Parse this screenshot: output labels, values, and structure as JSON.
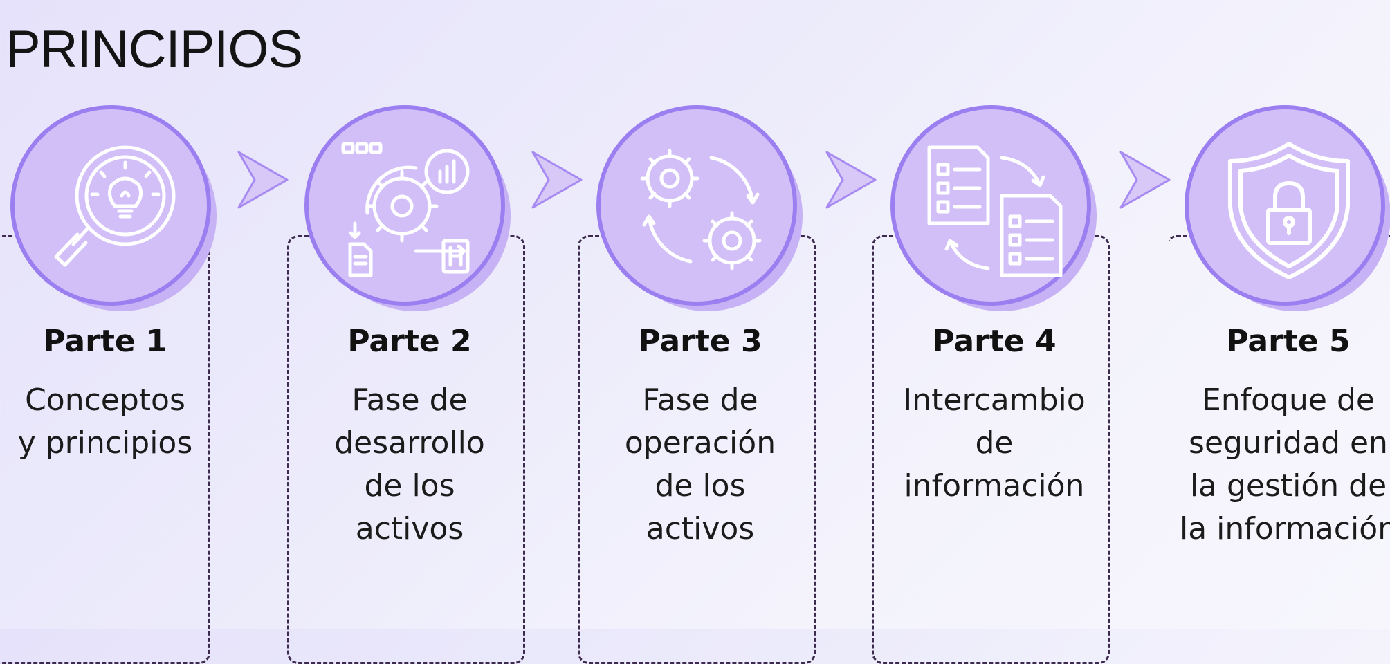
{
  "title": "PRINCIPIOS",
  "accent_color": "#9b7ff0",
  "circle_fill": "#d2bff8",
  "steps": [
    {
      "heading": "Parte 1",
      "lines": [
        "Conceptos",
        "y principios"
      ],
      "icon": "lightbulb-magnifier-icon"
    },
    {
      "heading": "Parte 2",
      "lines": [
        "Fase de",
        "desarrollo",
        "de los",
        "activos"
      ],
      "icon": "development-process-icon"
    },
    {
      "heading": "Parte 3",
      "lines": [
        "Fase de",
        "operación",
        "de los",
        "activos"
      ],
      "icon": "gears-cycle-icon"
    },
    {
      "heading": "Parte 4",
      "lines": [
        "Intercambio",
        "de",
        "información"
      ],
      "icon": "document-exchange-icon"
    },
    {
      "heading": "Parte 5",
      "lines": [
        "Enfoque de",
        "seguridad en",
        "la gestión de",
        "la información"
      ],
      "icon": "shield-lock-icon"
    }
  ]
}
